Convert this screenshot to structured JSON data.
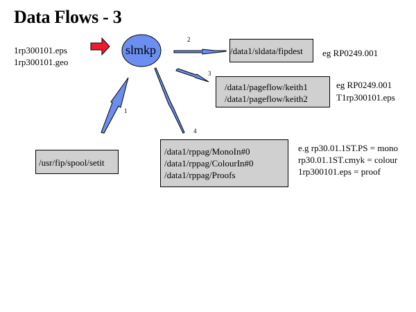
{
  "title": "Data Flows - 3",
  "colors": {
    "node_fill": "#6b8ff0",
    "arrow_fill": "#6b8ff0",
    "input_arrow_fill": "#ee1c2e",
    "box_fill": "#d0d0d0"
  },
  "center_node": {
    "label": "slmkp"
  },
  "inputs": [
    "1rp300101.eps",
    "1rp300101.geo"
  ],
  "flows": [
    {
      "number": "1",
      "direction": "into-slmkp",
      "box_lines": [
        "/usr/fip/spool/setit"
      ],
      "note_lines": []
    },
    {
      "number": "2",
      "direction": "out-of-slmkp",
      "box_lines": [
        "/data1/sldata/fipdest"
      ],
      "note_lines": [
        "eg RP0249.001"
      ]
    },
    {
      "number": "3",
      "direction": "out-of-slmkp",
      "box_lines": [
        "/data1/pageflow/keith1",
        "/data1/pageflow/keith2"
      ],
      "note_lines": [
        "eg RP0249.001",
        "T1rp300101.eps"
      ]
    },
    {
      "number": "4",
      "direction": "out-of-slmkp",
      "box_lines": [
        "/data1/rppag/MonoIn#0",
        "/data1/rppag/ColourIn#0",
        "/data1/rppag/Proofs"
      ],
      "note_lines": [
        "e.g rp30.01.1ST.PS = mono",
        "rp30.01.1ST.cmyk = colour",
        "1rp300101.eps = proof"
      ]
    }
  ]
}
